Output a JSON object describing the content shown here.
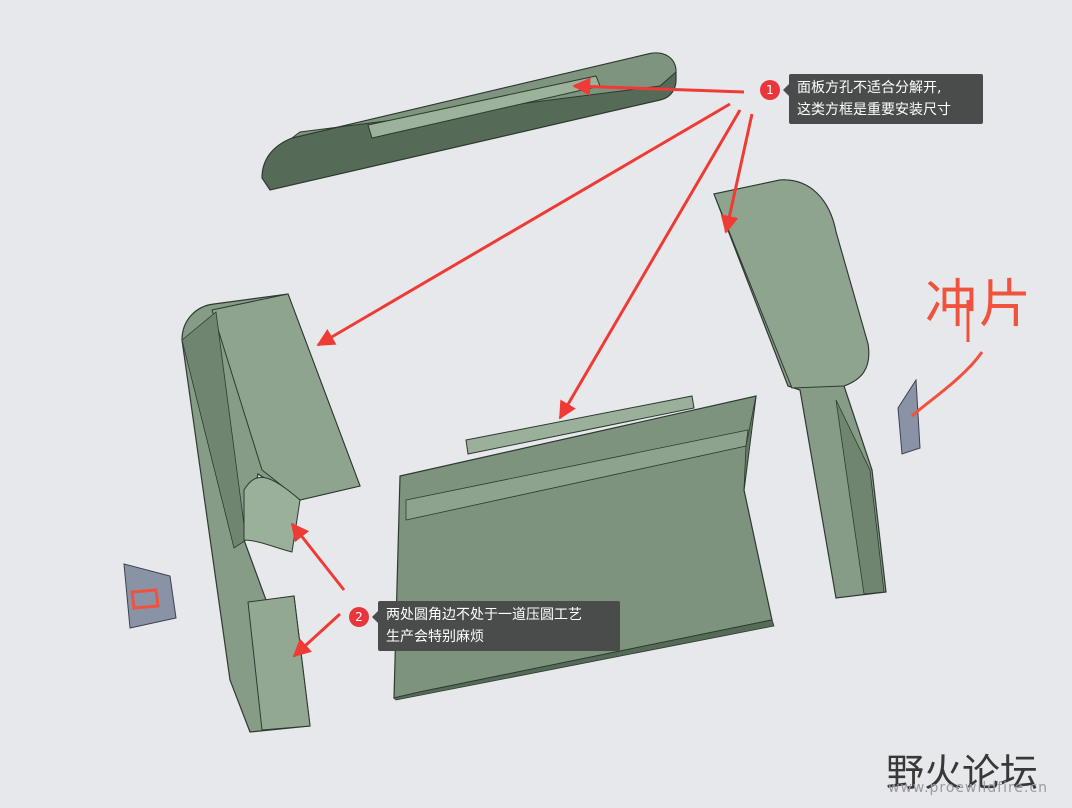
{
  "colors": {
    "background": "#e7e8ec",
    "part_fill": "#879c87",
    "part_dark": "#556b58",
    "part_edge": "#2d3a30",
    "arrow": "#ef3b35",
    "callout_bg": "#4a4c4c",
    "badge": "#e8363a",
    "handwriting": "#f0523c",
    "small_part": "#8a93a5"
  },
  "callouts": [
    {
      "number": "1",
      "lines": [
        "面板方孔不适合分解开,",
        "这类方框是重要安装尺寸"
      ]
    },
    {
      "number": "2",
      "lines": [
        "两处圆角边不处于一道压圆工艺",
        "生产会特别麻烦"
      ]
    }
  ],
  "handwriting": {
    "text": "冲片"
  },
  "watermark": {
    "brand": "野火论坛",
    "url": "www.proewildfire.cn"
  }
}
